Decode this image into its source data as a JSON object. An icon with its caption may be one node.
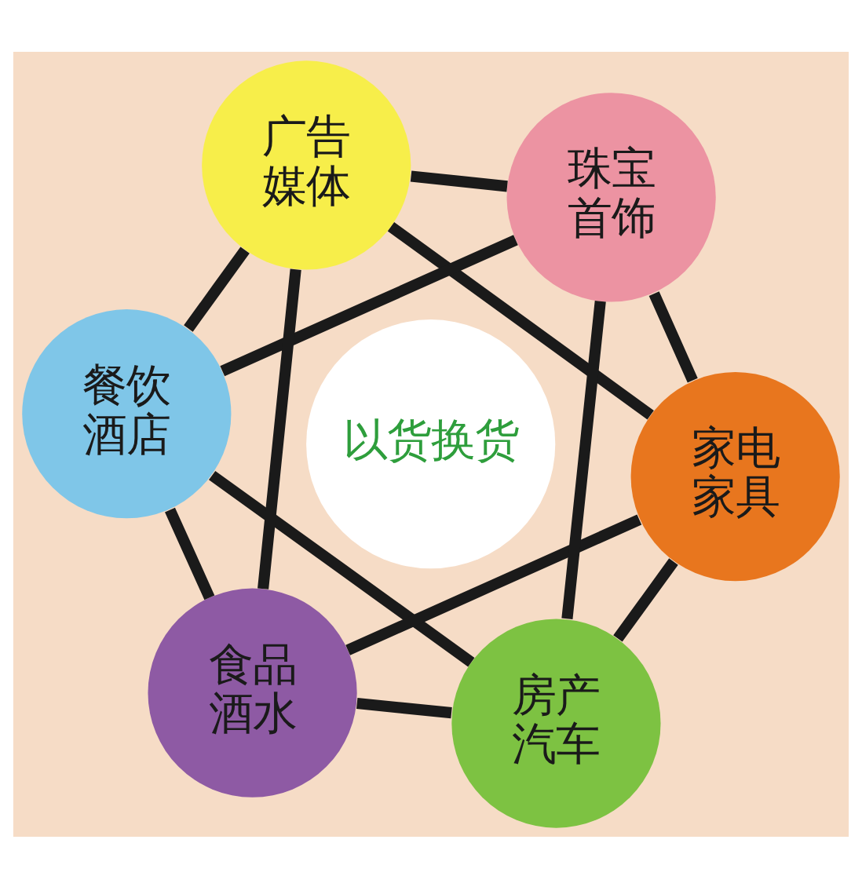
{
  "diagram": {
    "nodes": [
      {
        "text": [
          "房产汽车"
        ]
      },
      {
        "text": [
          "食品酒水"
        ]
      },
      {
        "text": [
          "家电家具"
        ]
      },
      {
        "text": [
          "以货换货"
        ]
      },
      {
        "text": [
          "餐饮酒店"
        ]
      },
      {
        "text": [
          "珠宝首饰"
        ]
      },
      {
        "text": [
          "广告媒体"
        ]
      }
    ],
    "edges": [
      {
        "from": 0,
        "to": 2,
        "arrow": "none"
      },
      {
        "from": 2,
        "to": 5,
        "arrow": "none"
      },
      {
        "from": 5,
        "to": 6,
        "arrow": "none"
      },
      {
        "from": 6,
        "to": 4,
        "arrow": "none"
      },
      {
        "from": 4,
        "to": 1,
        "arrow": "none"
      },
      {
        "from": 1,
        "to": 0,
        "arrow": "none"
      },
      {
        "from": 0,
        "to": 4,
        "arrow": "none"
      },
      {
        "from": 4,
        "to": 5,
        "arrow": "none"
      },
      {
        "from": 5,
        "to": 0,
        "arrow": "none"
      },
      {
        "from": 1,
        "to": 2,
        "arrow": "none"
      },
      {
        "from": 2,
        "to": 6,
        "arrow": "none"
      },
      {
        "from": 6,
        "to": 1,
        "arrow": "none"
      }
    ]
  }
}
